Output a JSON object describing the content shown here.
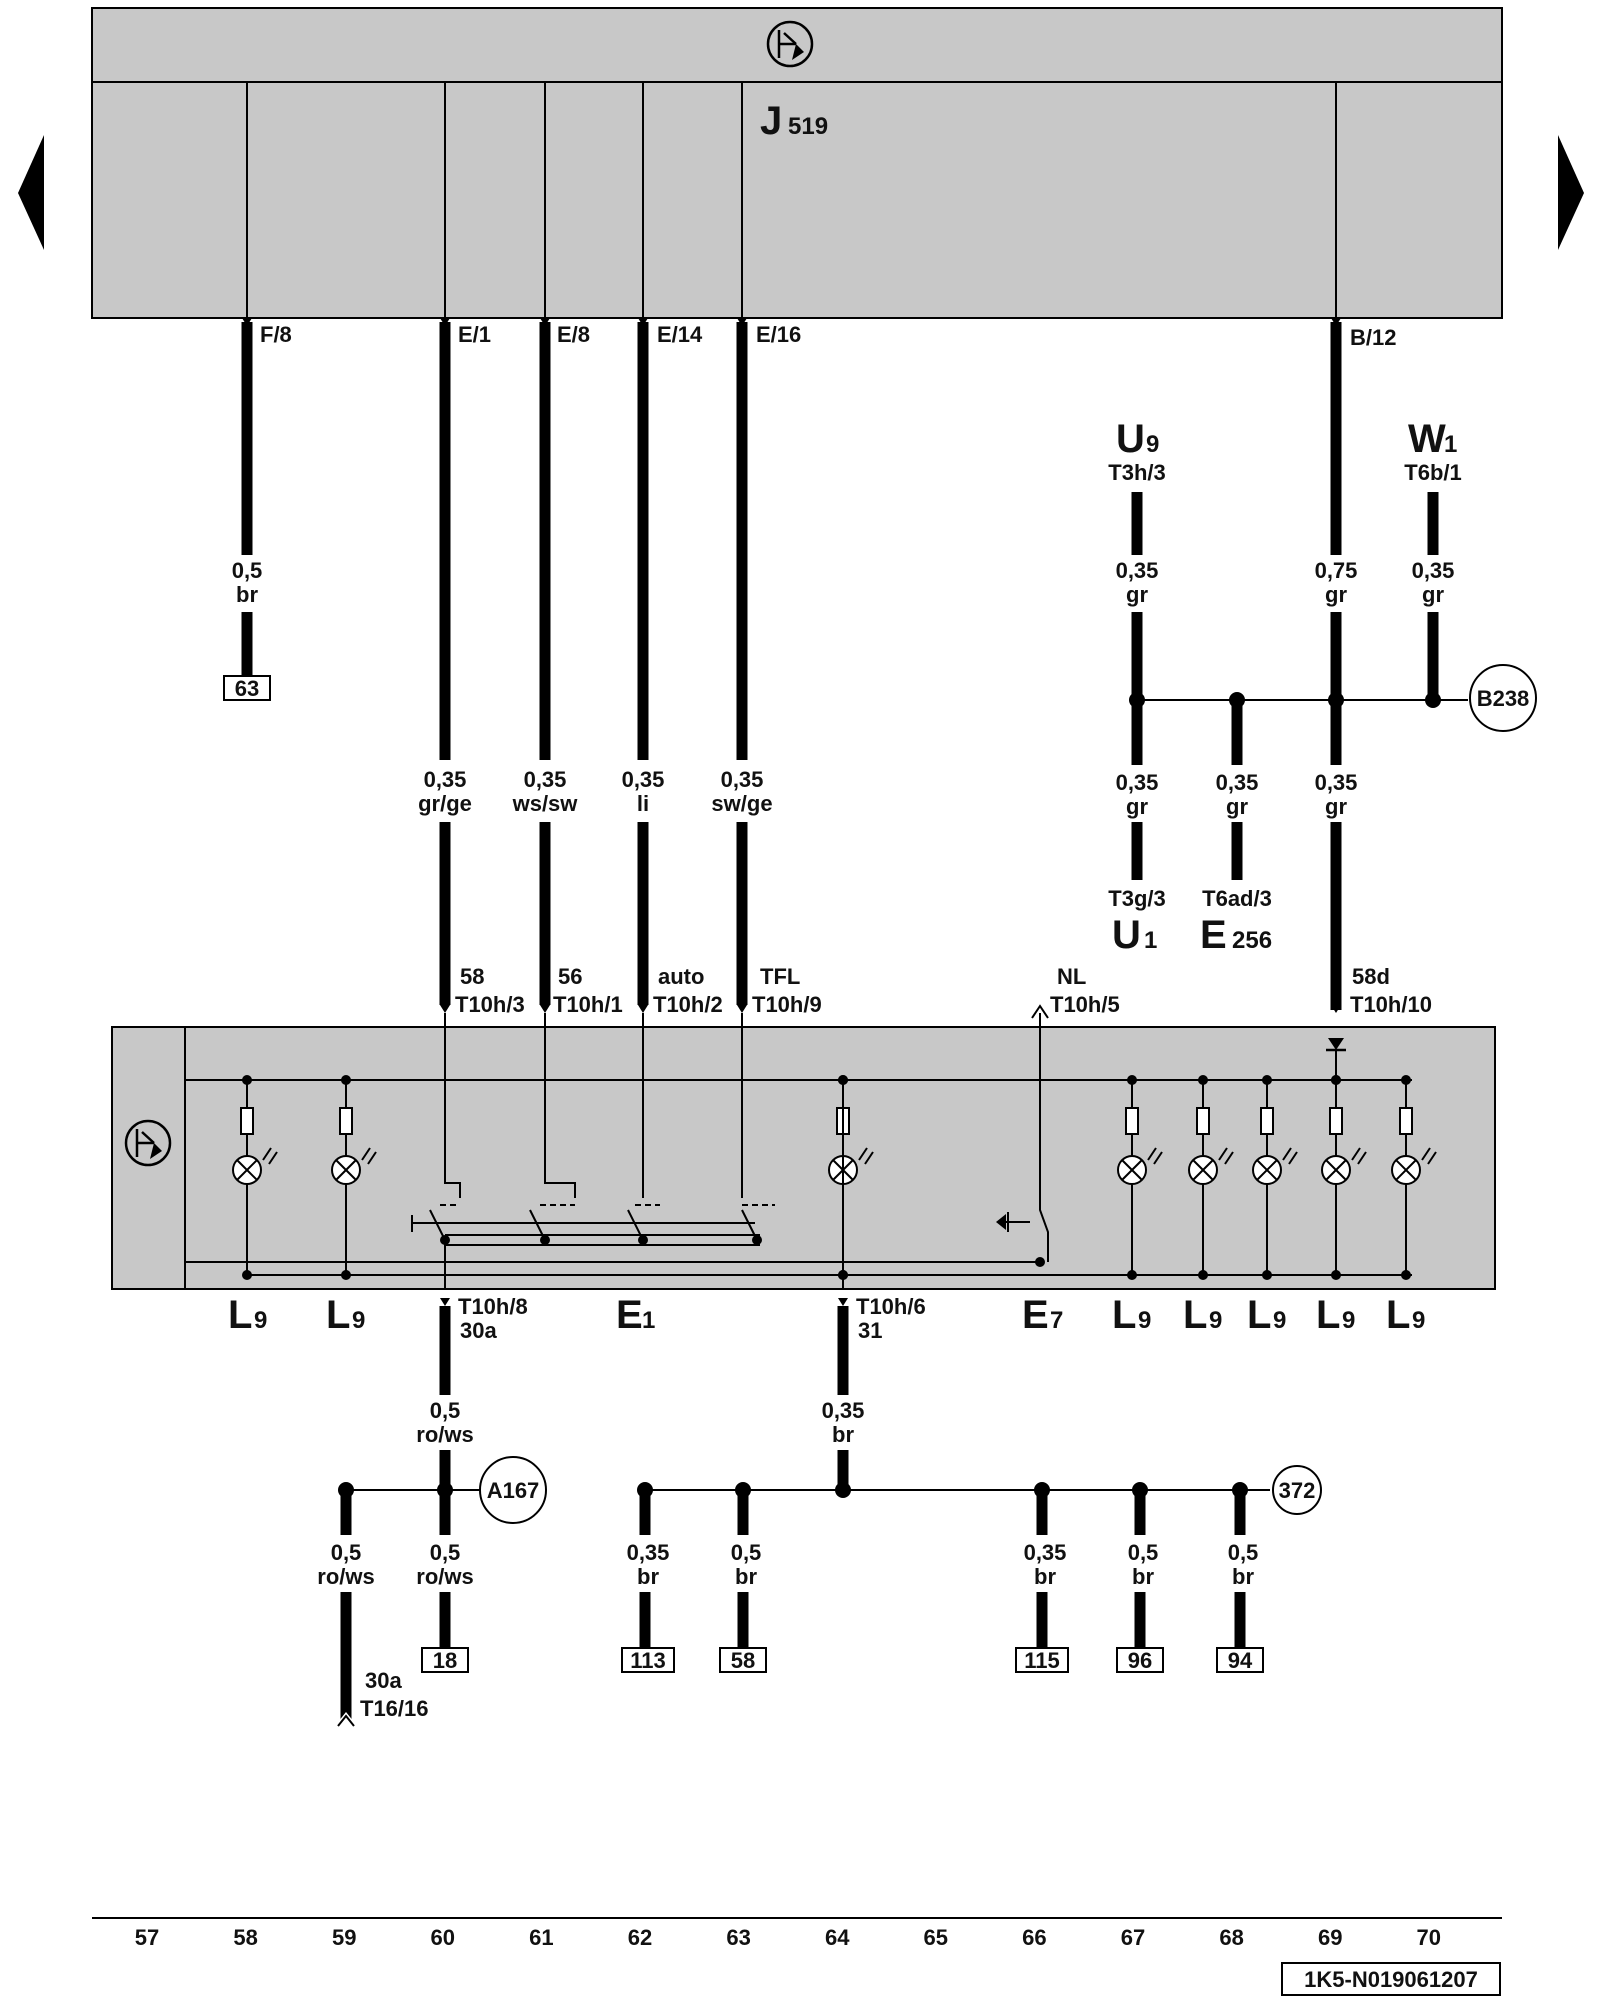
{
  "control_unit": {
    "letter": "J",
    "sub": "519"
  },
  "pins_top": {
    "f8": "F/8",
    "e1": "E/1",
    "e8": "E/8",
    "e14": "E/14",
    "e16": "E/16",
    "b12": "B/12"
  },
  "wires": {
    "w63": {
      "gauge": "0,5",
      "color": "br",
      "ref": "63"
    },
    "w60": {
      "gauge": "0,35",
      "color": "gr/ge"
    },
    "w61": {
      "gauge": "0,35",
      "color": "ws/sw"
    },
    "w62": {
      "gauge": "0,35",
      "color": "li"
    },
    "w63b": {
      "gauge": "0,35",
      "color": "sw/ge"
    },
    "u9w": {
      "gauge": "0,35",
      "color": "gr"
    },
    "b12w": {
      "gauge": "0,75",
      "color": "gr"
    },
    "w1w": {
      "gauge": "0,35",
      "color": "gr"
    },
    "u1w": {
      "gauge": "0,35",
      "color": "gr"
    },
    "e256w": {
      "gauge": "0,35",
      "color": "gr"
    },
    "k58w": {
      "gauge": "0,35",
      "color": "gr"
    }
  },
  "components": {
    "u9": {
      "letter": "U",
      "sub": "9",
      "conn": "T3h/3"
    },
    "w1": {
      "letter": "W",
      "sub": "1",
      "conn": "T6b/1"
    },
    "u1": {
      "letter": "U",
      "sub": "1",
      "conn": "T3g/3"
    },
    "e256": {
      "letter": "E",
      "sub": "256",
      "conn": "T6ad/3"
    },
    "e1": {
      "letter": "E",
      "sub": "1"
    },
    "e7": {
      "letter": "E",
      "sub": "7"
    },
    "l9": {
      "letter": "L",
      "sub": "9"
    }
  },
  "connection_points": {
    "b238": "B238",
    "a167": "A167",
    "g372": "372"
  },
  "switch_terms": {
    "t58": {
      "term": "58",
      "pin": "T10h/3"
    },
    "t56": {
      "term": "56",
      "pin": "T10h/1"
    },
    "tauto": {
      "term": "auto",
      "pin": "T10h/2"
    },
    "ttfl": {
      "term": "TFL",
      "pin": "T10h/9"
    },
    "tnl": {
      "term": "NL",
      "pin": "T10h/5"
    },
    "t58d": {
      "term": "58d",
      "pin": "T10h/10"
    },
    "t30a": {
      "term": "30a",
      "pin": "T10h/8"
    },
    "t31": {
      "term": "31",
      "pin": "T10h/6"
    }
  },
  "bottom_wires": {
    "w30a_in": {
      "gauge": "0,5",
      "color": "ro/ws"
    },
    "w59": {
      "gauge": "0,5",
      "color": "ro/ws",
      "term": "30a",
      "conn": "T16/16"
    },
    "w60b": {
      "gauge": "0,5",
      "color": "ro/ws",
      "ref": "18"
    },
    "w31_in": {
      "gauge": "0,35",
      "color": "br"
    },
    "w62b": {
      "gauge": "0,35",
      "color": "br",
      "ref": "113"
    },
    "w63c": {
      "gauge": "0,5",
      "color": "br",
      "ref": "58"
    },
    "w66": {
      "gauge": "0,35",
      "color": "br",
      "ref": "115"
    },
    "w67": {
      "gauge": "0,5",
      "color": "br",
      "ref": "96"
    },
    "w68": {
      "gauge": "0,5",
      "color": "br",
      "ref": "94"
    }
  },
  "scale": [
    "57",
    "58",
    "59",
    "60",
    "61",
    "62",
    "63",
    "64",
    "65",
    "66",
    "67",
    "68",
    "69",
    "70"
  ],
  "doc_id": "1K5-N019061207",
  "nav": {
    "prev_icon": "triangle-left-icon",
    "next_icon": "triangle-right-icon"
  }
}
